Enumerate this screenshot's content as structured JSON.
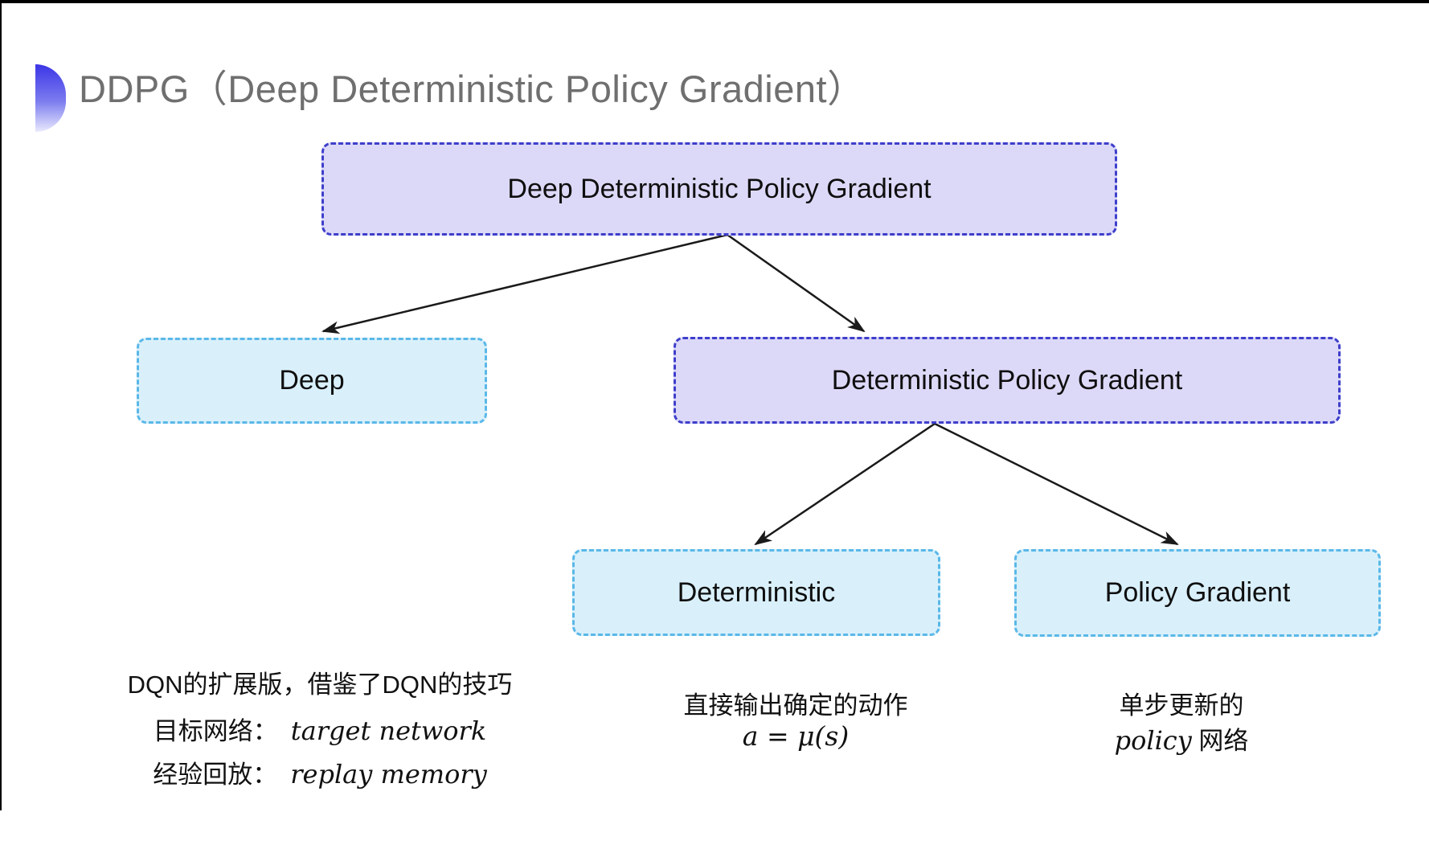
{
  "title": {
    "text": "DDPG（Deep Deterministic Policy Gradient）"
  },
  "tree": {
    "root": {
      "label": "Deep Deterministic Policy Gradient"
    },
    "deep": {
      "label": "Deep"
    },
    "dpg": {
      "label": "Deterministic Policy Gradient"
    },
    "deterministic": {
      "label": "Deterministic"
    },
    "policy_gradient": {
      "label": "Policy Gradient"
    }
  },
  "notes": {
    "deep": {
      "line1": "DQN的扩展版，借鉴了DQN的技巧",
      "target_label": "目标网络：",
      "target_value": "target network",
      "replay_label": "经验回放：",
      "replay_value": "replay memory"
    },
    "deterministic": {
      "line1": "直接输出确定的动作",
      "formula": "a = μ(s)"
    },
    "policy_gradient": {
      "line1": "单步更新的",
      "word_italic": "policy",
      "word_rest": "网络"
    }
  },
  "colors": {
    "purple_fill": "#dcd9f8",
    "purple_border": "#3e3ecb",
    "cyan_fill": "#d9f0fb",
    "cyan_border": "#5ab8e8",
    "title_gray": "#6f6f6f",
    "bullet_gradient_top": "#3b35e6",
    "arrow": "#1a1a1a"
  }
}
